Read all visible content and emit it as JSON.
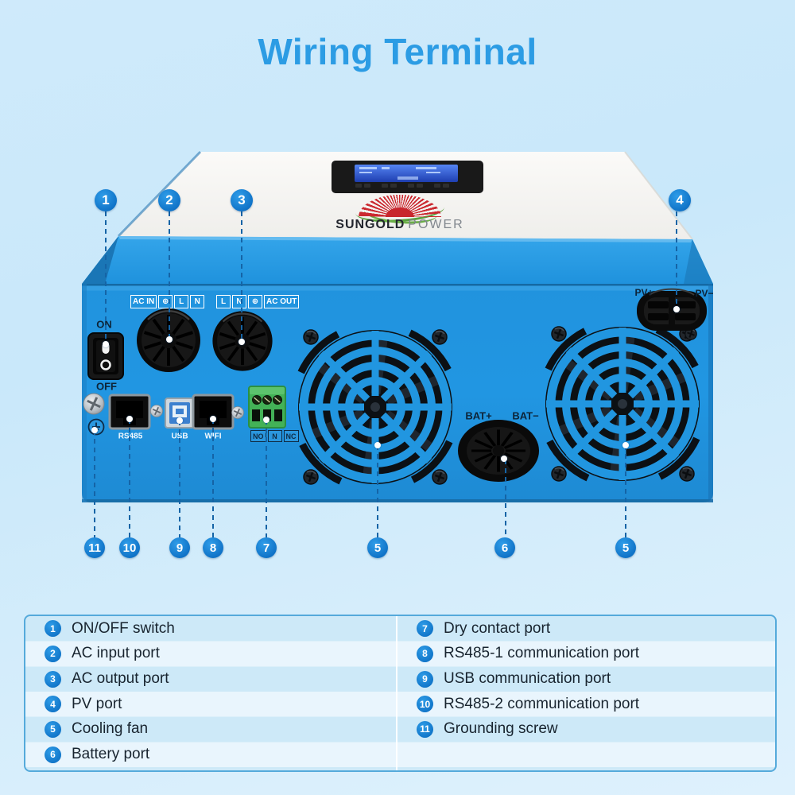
{
  "title": "Wiring Terminal",
  "colors": {
    "accent": "#2c9ce4",
    "device_blue": "#2196e0",
    "callout_blue": "#1478d0",
    "legend_stripe": "#cde9f8"
  },
  "device": {
    "brand": {
      "part1": "SUNGOLD",
      "part2": "POWER"
    },
    "labels": {
      "on": "ON",
      "off": "OFF",
      "ac_in_boxes": [
        "AC IN",
        "⊕",
        "L",
        "N"
      ],
      "ac_out_boxes": [
        "L",
        "N",
        "⊕",
        "AC OUT"
      ],
      "pv_plus": "PV+",
      "pv_minus": "PV−",
      "bat_plus": "BAT+",
      "bat_minus": "BAT−",
      "rs485": "RS485",
      "usb": "USB",
      "wifi": "WIFI",
      "dry_contact_boxes": [
        "NO",
        "N",
        "NC"
      ]
    }
  },
  "callouts": {
    "top": [
      {
        "num": "1"
      },
      {
        "num": "2"
      },
      {
        "num": "3"
      },
      {
        "num": "4"
      }
    ],
    "bottom": [
      {
        "num": "11"
      },
      {
        "num": "10"
      },
      {
        "num": "9"
      },
      {
        "num": "8"
      },
      {
        "num": "7"
      },
      {
        "num": "5"
      },
      {
        "num": "6"
      },
      {
        "num": "5"
      }
    ]
  },
  "legend": {
    "left": [
      {
        "num": "1",
        "label": "ON/OFF switch"
      },
      {
        "num": "2",
        "label": "AC input port"
      },
      {
        "num": "3",
        "label": "AC output port"
      },
      {
        "num": "4",
        "label": "PV port"
      },
      {
        "num": "5",
        "label": "Cooling fan"
      },
      {
        "num": "6",
        "label": "Battery port"
      }
    ],
    "right": [
      {
        "num": "7",
        "label": "Dry contact port"
      },
      {
        "num": "8",
        "label": "RS485-1 communication port"
      },
      {
        "num": "9",
        "label": "USB communication port"
      },
      {
        "num": "10",
        "label": "RS485-2 communication port"
      },
      {
        "num": "11",
        "label": "Grounding screw"
      }
    ]
  }
}
